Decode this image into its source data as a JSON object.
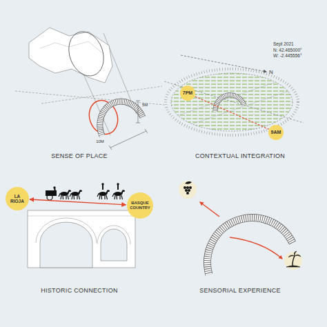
{
  "diagram": {
    "nodes": [
      {
        "text": [
          "7PM"
        ]
      },
      {
        "text": [
          "9AM"
        ]
      },
      {
        "text": [
          "LA RIOJA"
        ]
      },
      {
        "text": [
          "BASQUE COUNTRY"
        ]
      }
    ],
    "edges": [
      {
        "from": 0,
        "to": 1,
        "arrow": "none"
      },
      {
        "from": 2,
        "to": 3,
        "arrow": "both"
      }
    ],
    "labels": [
      "5M",
      "10M",
      "SENSE OF PLACE",
      "Sept 2021",
      "N: 42.465000°",
      "W: -2.445556°",
      "N",
      "CONTEXTUAL INTEGRATION",
      "HISTORIC CONNECTION",
      "SENSORIAL EXPERIENCE"
    ]
  }
}
